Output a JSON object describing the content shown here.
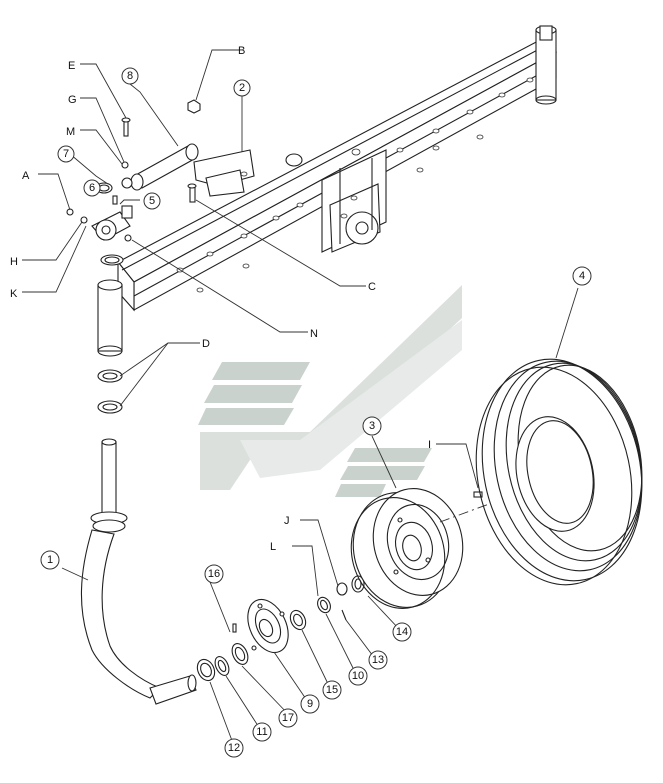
{
  "callouts": {
    "A": "A",
    "B": "B",
    "C": "C",
    "D": "D",
    "E": "E",
    "G": "G",
    "H": "H",
    "I": "I",
    "J": "J",
    "K": "K",
    "L": "L",
    "M": "M",
    "N": "N",
    "n1": "1",
    "n2": "2",
    "n3": "3",
    "n4": "4",
    "n5": "5",
    "n6": "6",
    "n7": "7",
    "n8": "8",
    "n9": "9",
    "n10": "10",
    "n11": "11",
    "n12": "12",
    "n13": "13",
    "n14": "14",
    "n15": "15",
    "n16": "16",
    "n17": "17"
  },
  "watermark_color": "#b9c3bd"
}
